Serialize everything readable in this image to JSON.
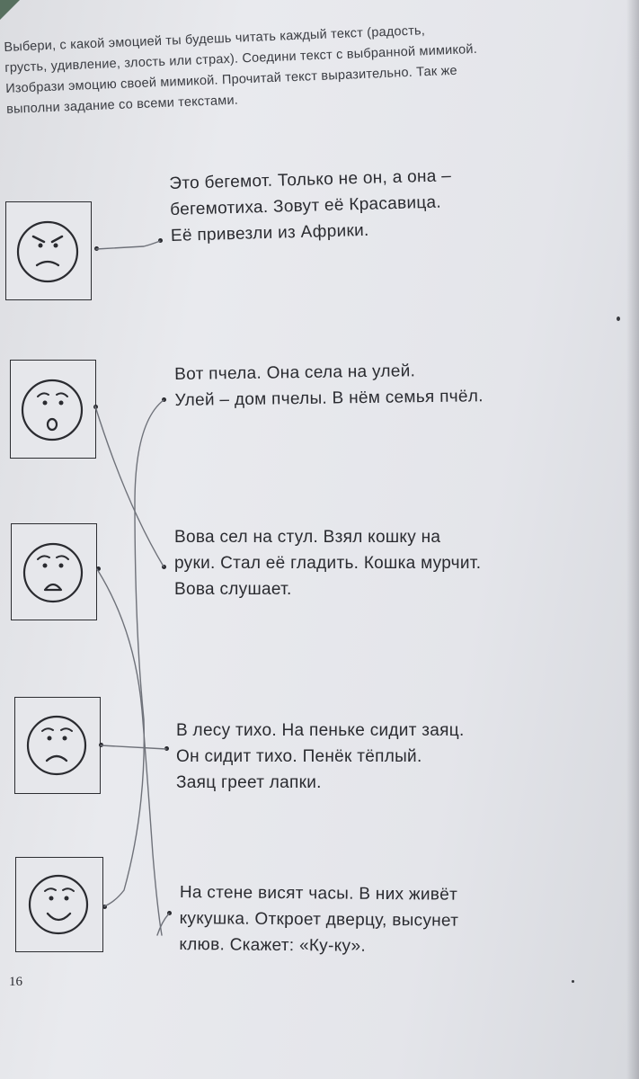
{
  "instructions": "Выбери, с какой эмоцией ты будешь читать каждый текст (радость,\nгрусть, удивление, злость или страх). Соедини текст с выбранной мимикой.\nИзобрази эмоцию своей мимикой. Прочитай текст выразительно. Так же\nвыполни задание со всеми текстами.",
  "faces": [
    {
      "icon": "angry-face-icon"
    },
    {
      "icon": "surprised-face-icon"
    },
    {
      "icon": "scared-face-icon"
    },
    {
      "icon": "sad-face-icon"
    },
    {
      "icon": "happy-face-icon"
    }
  ],
  "texts": [
    "Это бегемот. Только не он, а она –\nбегемотиха. Зовут её Красавица.\nЕё привезли из Африки.",
    "Вот пчела. Она села на улей.\nУлей – дом пчелы. В нём семья пчёл.",
    "Вова сел на стул. Взял кошку на\nруки. Стал её гладить. Кошка мурчит.\nВова слушает.",
    "В лесу тихо. На пеньке сидит заяц.\nОн сидит тихо. Пенёк тёплый.\nЗаяц греет лапки.",
    "На стене висят часы. В них живёт\nкукушка. Откроет дверцу, высунет\nклюв. Скажет: «Ку-ку»."
  ],
  "page_number": "16",
  "colors": {
    "ink": "#2a2b30",
    "pencil": "#7a7d85"
  }
}
